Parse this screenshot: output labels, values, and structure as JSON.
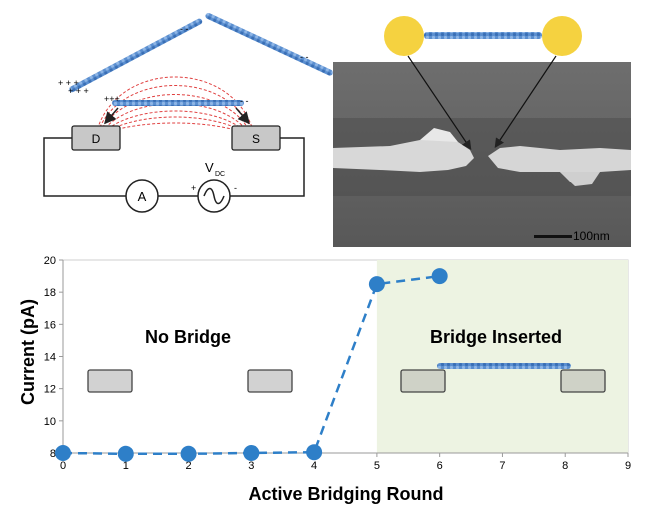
{
  "schematic": {
    "drain_label": "D",
    "source_label": "S",
    "ammeter_label": "A",
    "voltage_label": "V",
    "voltage_subscript": "DC",
    "plus_sign": "+",
    "minus_sign": "-"
  },
  "micrograph": {
    "scale_bar_label": "100nm"
  },
  "chart_data": {
    "type": "line",
    "xlabel": "Active Bridging Round",
    "ylabel": "Current (pA)",
    "xlim": [
      0,
      9
    ],
    "ylim": [
      8,
      20
    ],
    "x_ticks": [
      "0",
      "1",
      "2",
      "3",
      "4",
      "5",
      "6",
      "7",
      "8",
      "9"
    ],
    "y_ticks": [
      "8",
      "10",
      "12",
      "14",
      "16",
      "18",
      "20"
    ],
    "series": [
      {
        "x": [
          0,
          1,
          2,
          3,
          4,
          5,
          6
        ],
        "y": [
          8.0,
          7.95,
          7.95,
          8.0,
          8.05,
          18.5,
          19.0
        ],
        "color": "#2e7fc8"
      }
    ],
    "shaded_region": {
      "x_start": 5,
      "x_end": 9,
      "color": "#edf3e2"
    },
    "annotations": [
      "No Bridge",
      "Bridge Inserted"
    ]
  }
}
